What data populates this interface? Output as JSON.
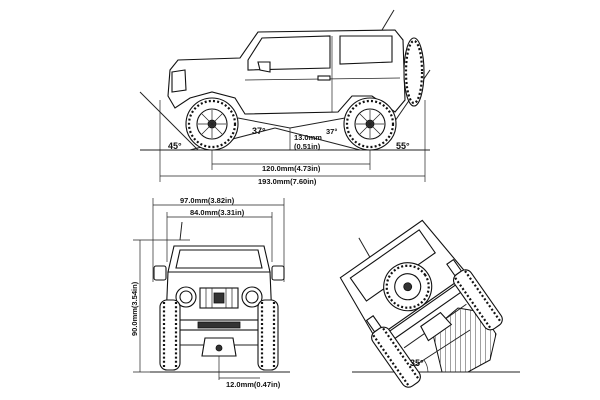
{
  "annotations": {
    "approach_angle": "45°",
    "breakover_angle_front": "37°",
    "breakover_angle_rear": "37°",
    "departure_angle": "55°",
    "ground_clearance": "13.0mm",
    "ground_clearance_in": "(0.51in)",
    "wheelbase": "120.0mm(4.73in)",
    "overall_length": "193.0mm(7.60in)",
    "overall_width": "97.0mm(3.82in)",
    "track_width": "84.0mm(3.31in)",
    "overall_height": "90.0mm(3.54in)",
    "axle_clearance": "12.0mm(0.47in)",
    "side_tilt_angle": "35°"
  }
}
